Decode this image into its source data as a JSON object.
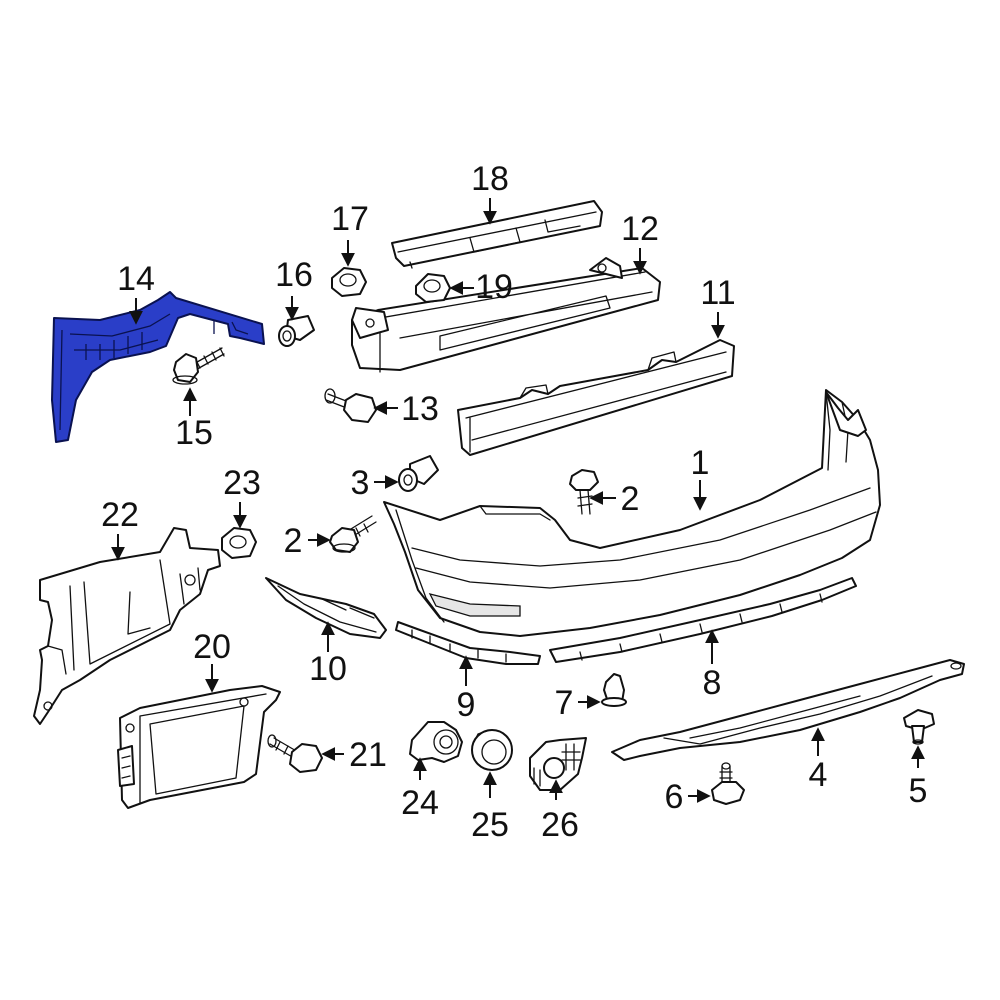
{
  "diagram": {
    "highlight_color": "#2a3ec8",
    "callouts": [
      "1",
      "2",
      "2",
      "3",
      "4",
      "5",
      "6",
      "7",
      "8",
      "9",
      "10",
      "11",
      "12",
      "13",
      "14",
      "15",
      "16",
      "17",
      "18",
      "19",
      "20",
      "21",
      "22",
      "23",
      "24",
      "25",
      "26"
    ]
  }
}
